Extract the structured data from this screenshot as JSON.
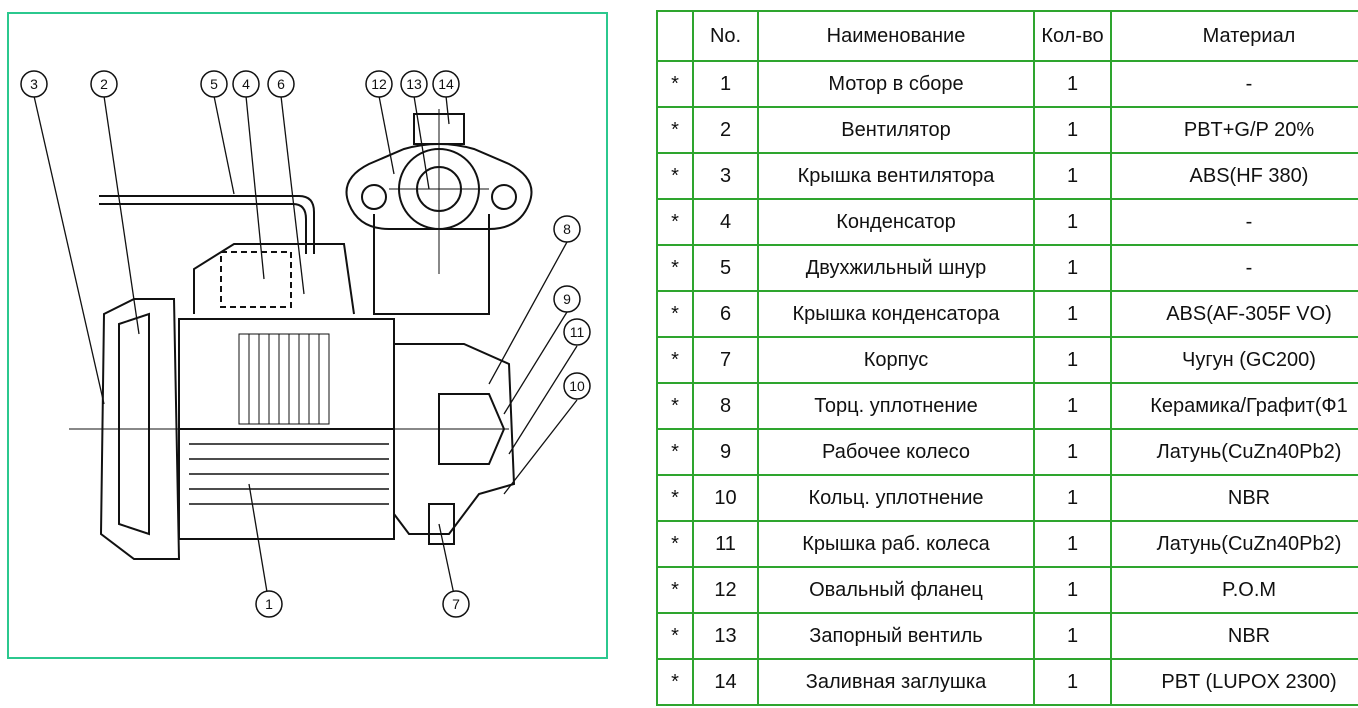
{
  "diagram": {
    "callouts": [
      "1",
      "2",
      "3",
      "4",
      "5",
      "6",
      "7",
      "8",
      "9",
      "10",
      "11",
      "12",
      "13",
      "14"
    ],
    "frame_color": "#2bc88e"
  },
  "table": {
    "headers": [
      "",
      "No.",
      "Наименование",
      "Кол-во",
      "Материал"
    ],
    "border_color": "#2ea52e",
    "rows": [
      {
        "mark": "*",
        "no": "1",
        "name": "Мотор в сборе",
        "qty": "1",
        "material": "-"
      },
      {
        "mark": "*",
        "no": "2",
        "name": "Вентилятор",
        "qty": "1",
        "material": "PBT+G/P 20%"
      },
      {
        "mark": "*",
        "no": "3",
        "name": "Крышка вентилятора",
        "qty": "1",
        "material": "ABS(HF 380)"
      },
      {
        "mark": "*",
        "no": "4",
        "name": "Конденсатор",
        "qty": "1",
        "material": "-"
      },
      {
        "mark": "*",
        "no": "5",
        "name": "Двухжильный шнур",
        "qty": "1",
        "material": "-"
      },
      {
        "mark": "*",
        "no": "6",
        "name": "Крышка конденсатора",
        "qty": "1",
        "material": "ABS(AF-305F VO)"
      },
      {
        "mark": "*",
        "no": "7",
        "name": "Корпус",
        "qty": "1",
        "material": "Чугун (GC200)"
      },
      {
        "mark": "*",
        "no": "8",
        "name": "Торц. уплотнение",
        "qty": "1",
        "material": "Керамика/Графит(Ф1"
      },
      {
        "mark": "*",
        "no": "9",
        "name": "Рабочее колесо",
        "qty": "1",
        "material": "Латунь(CuZn40Pb2)"
      },
      {
        "mark": "*",
        "no": "10",
        "name": "Кольц. уплотнение",
        "qty": "1",
        "material": "NBR"
      },
      {
        "mark": "*",
        "no": "11",
        "name": "Крышка раб. колеса",
        "qty": "1",
        "material": "Латунь(CuZn40Pb2)"
      },
      {
        "mark": "*",
        "no": "12",
        "name": "Овальный фланец",
        "qty": "1",
        "material": "P.O.M"
      },
      {
        "mark": "*",
        "no": "13",
        "name": "Запорный вентиль",
        "qty": "1",
        "material": "NBR"
      },
      {
        "mark": "*",
        "no": "14",
        "name": "Заливная заглушка",
        "qty": "1",
        "material": "PBT (LUPOX 2300)"
      }
    ]
  }
}
